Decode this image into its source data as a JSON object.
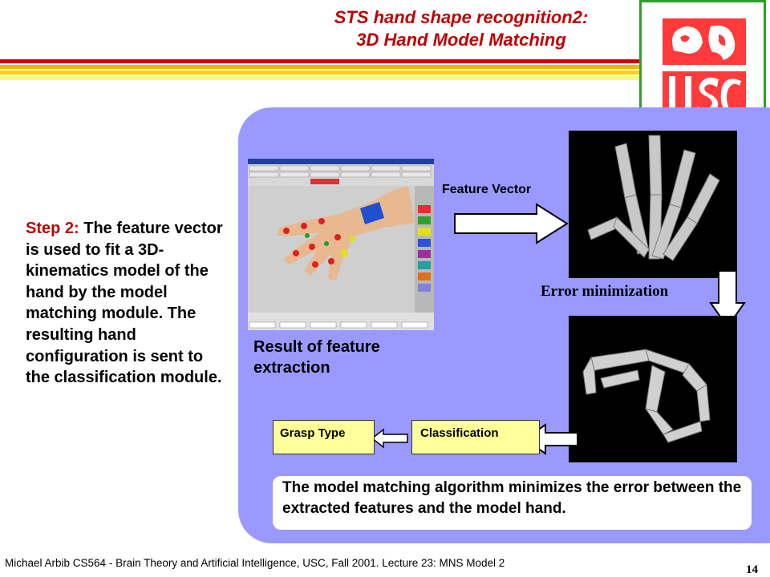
{
  "slide": {
    "title_line1": "STS hand shape recognition2:",
    "title_line2": "3D Hand Model Matching",
    "step_label": "Step 2:",
    "step_text": " The feature vector is used to fit a 3D-kinematics model of the hand by the model matching module. The resulting hand configuration is sent to the classification module.",
    "feature_vector": "Feature Vector",
    "result_caption": "Result of feature extraction",
    "error_minimization": "Error minimization",
    "grasp_type": "Grasp Type",
    "classification": "Classification",
    "bottom_text": "The model matching algorithm minimizes the error between the extracted features and the model hand.",
    "footer": "Michael Arbib CS564 - Brain Theory and Artificial Intelligence,  USC, Fall 2001. Lecture 23: MNS Model 2",
    "page_number": "14"
  },
  "colors": {
    "title": "#c00000",
    "panel": "#9999ff",
    "box_fill": "#ffff99",
    "logo_red": "#ff3a3a",
    "logo_border": "#2aa02a"
  },
  "icons": {
    "logo": "usc-logo",
    "arrow_right": "block-arrow-right",
    "arrow_down": "block-arrow-down",
    "arrow_left": "block-arrow-left"
  }
}
